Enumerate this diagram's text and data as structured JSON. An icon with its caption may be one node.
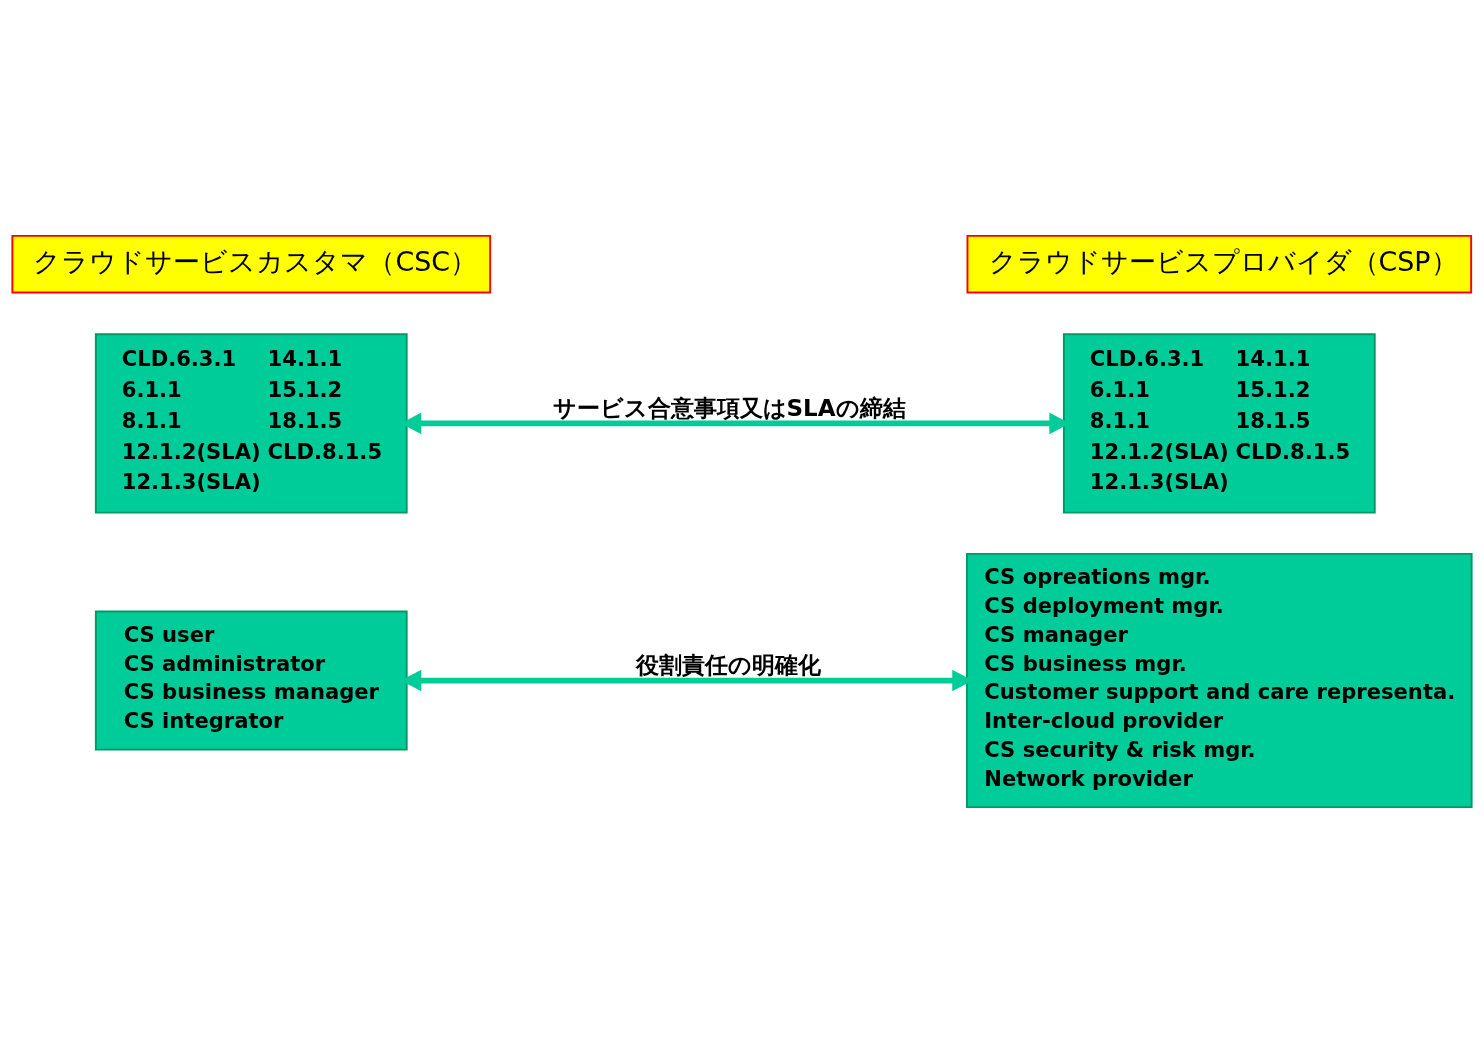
{
  "diagram": {
    "nodes": [
      {
        "text": [
          "クラウドサービスカスタマ（CSC）"
        ]
      },
      {
        "text": [
          "クラウドサービスプロバイダ（CSP）"
        ]
      },
      {
        "text": [
          "CLD.6.3.1",
          "14.1.1",
          "6.1.1",
          "15.1.2",
          "8.1.1",
          "18.1.5",
          "12.1.2(SLA)",
          "CLD.8.1.5",
          "12.1.3(SLA)"
        ]
      },
      {
        "text": [
          "CLD.6.3.1",
          "14.1.1",
          "6.1.1",
          "15.1.2",
          "8.1.1",
          "18.1.5",
          "12.1.2(SLA)",
          "CLD.8.1.5",
          "12.1.3(SLA)"
        ]
      },
      {
        "text": [
          "CS user",
          "CS administrator",
          "CS business manager",
          "CS integrator"
        ]
      },
      {
        "text": [
          "CS opreations mgr.",
          "CS deployment mgr.",
          "CS manager",
          "CS business mgr.",
          "Customer support and care representa.",
          "Inter-cloud provider",
          "CS security & risk mgr.",
          "Network provider"
        ]
      }
    ],
    "edges": [
      {
        "from": 2,
        "to": 3,
        "arrow": "both",
        "label": "サービス合意事項又はSLAの締結",
        "color": "#00cc99"
      },
      {
        "from": 4,
        "to": 5,
        "arrow": "both",
        "label": "役割責任の明確化",
        "color": "#00cc99"
      }
    ]
  }
}
